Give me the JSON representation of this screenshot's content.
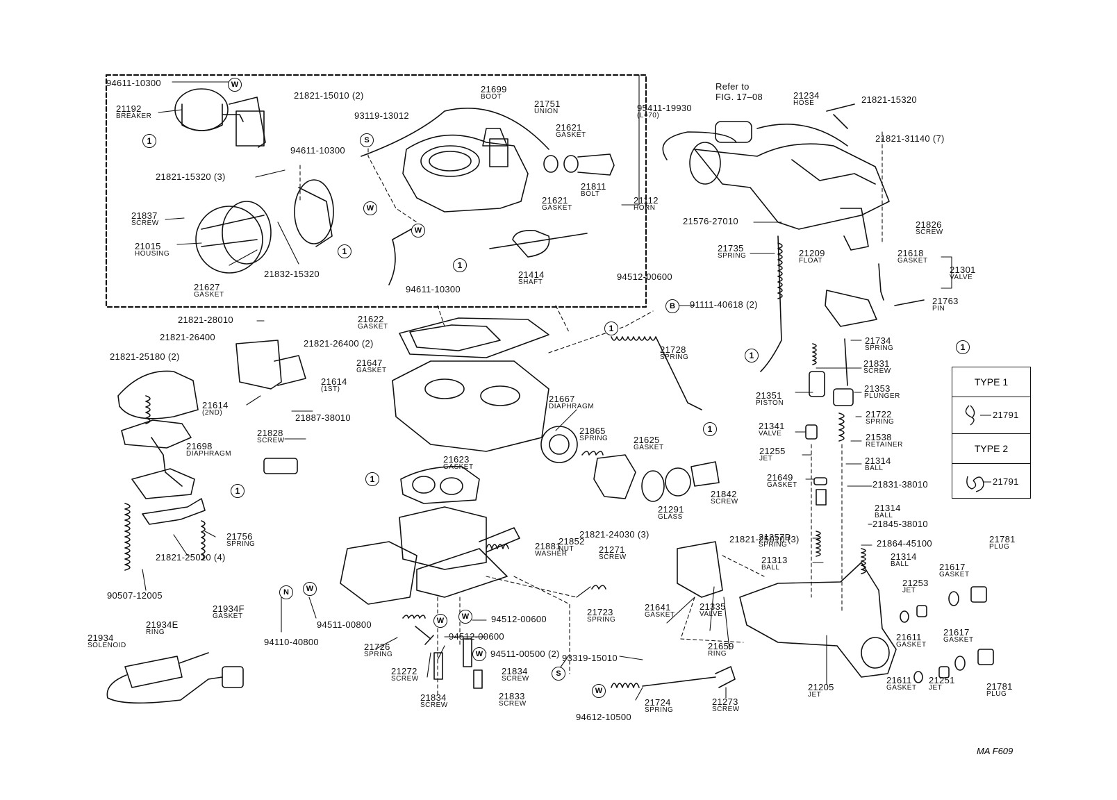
{
  "diagram": {
    "code": "MA F609",
    "refer": [
      "Refer to",
      "FIG. 17–08"
    ],
    "legend": {
      "marker": "1",
      "type1": "TYPE 1",
      "type2": "TYPE 2",
      "type1_part": "21791",
      "type2_part": "21791"
    },
    "labels": [
      {
        "n": "94611-10300",
        "s": ""
      },
      {
        "n": "21192",
        "s": "BREAKER"
      },
      {
        "n": "21821-15010 (2)",
        "s": ""
      },
      {
        "n": "21699",
        "s": "BOOT"
      },
      {
        "n": "21751",
        "s": "UNION"
      },
      {
        "n": "93119-13012",
        "s": ""
      },
      {
        "n": "21621",
        "s": "GASKET"
      },
      {
        "n": "94611-10300",
        "s": ""
      },
      {
        "n": "21821-15320 (3)",
        "s": ""
      },
      {
        "n": "21621",
        "s": "GASKET"
      },
      {
        "n": "21811",
        "s": "BOLT"
      },
      {
        "n": "21112",
        "s": "HORN"
      },
      {
        "n": "21837",
        "s": "SCREW"
      },
      {
        "n": "21015",
        "s": "HOUSING"
      },
      {
        "n": "21832-15320",
        "s": ""
      },
      {
        "n": "21627",
        "s": "GASKET"
      },
      {
        "n": "94611-10300",
        "s": ""
      },
      {
        "n": "21414",
        "s": "SHAFT"
      },
      {
        "n": "95411-19930",
        "s": "(L=70)"
      },
      {
        "n": "21234",
        "s": "HOSE"
      },
      {
        "n": "21821-15320",
        "s": ""
      },
      {
        "n": "21821-31140 (7)",
        "s": ""
      },
      {
        "n": "21576-27010",
        "s": ""
      },
      {
        "n": "21826",
        "s": "SCREW"
      },
      {
        "n": "21735",
        "s": "SPRING"
      },
      {
        "n": "21209",
        "s": "FLOAT"
      },
      {
        "n": "21618",
        "s": "GASKET"
      },
      {
        "n": "21301",
        "s": "VALVE"
      },
      {
        "n": "21763",
        "s": "PIN"
      },
      {
        "n": "94512-00600",
        "s": ""
      },
      {
        "n": "91111-40618 (2)",
        "s": ""
      },
      {
        "n": "21821-28010",
        "s": ""
      },
      {
        "n": "21821-26400",
        "s": ""
      },
      {
        "n": "21821-26400 (2)",
        "s": ""
      },
      {
        "n": "21622",
        "s": "GASKET"
      },
      {
        "n": "21728",
        "s": "SPRING"
      },
      {
        "n": "21821-25180 (2)",
        "s": ""
      },
      {
        "n": "21647",
        "s": "GASKET"
      },
      {
        "n": "21614",
        "s": "(1ST)"
      },
      {
        "n": "21614",
        "s": "(2ND)"
      },
      {
        "n": "21887-38010",
        "s": ""
      },
      {
        "n": "21667",
        "s": "DIAPHRAGM"
      },
      {
        "n": "21828",
        "s": "SCREW"
      },
      {
        "n": "21865",
        "s": "SPRING"
      },
      {
        "n": "21625",
        "s": "GASKET"
      },
      {
        "n": "21698",
        "s": "DIAPHRAGM"
      },
      {
        "n": "21623",
        "s": "GASKET"
      },
      {
        "n": "21842",
        "s": "SCREW"
      },
      {
        "n": "21291",
        "s": "GLASS"
      },
      {
        "n": "21821-24030 (3)",
        "s": ""
      },
      {
        "n": "21821-25010 (3)",
        "s": ""
      },
      {
        "n": "21852",
        "s": "NUT"
      },
      {
        "n": "21881",
        "s": "WASHER"
      },
      {
        "n": "21271",
        "s": "SCREW"
      },
      {
        "n": "21756",
        "s": "SPRING"
      },
      {
        "n": "21821-25010 (4)",
        "s": ""
      },
      {
        "n": "90507-12005",
        "s": ""
      },
      {
        "n": "21934F",
        "s": "GASKET"
      },
      {
        "n": "21934E",
        "s": "RING"
      },
      {
        "n": "21934",
        "s": "SOLENOID"
      },
      {
        "n": "94511-00800",
        "s": ""
      },
      {
        "n": "94110-40800",
        "s": ""
      },
      {
        "n": "21723",
        "s": "SPRING"
      },
      {
        "n": "94512-00600",
        "s": ""
      },
      {
        "n": "94512-00600",
        "s": ""
      },
      {
        "n": "94511-00500 (2)",
        "s": ""
      },
      {
        "n": "93319-15010",
        "s": ""
      },
      {
        "n": "21726",
        "s": "SPRING"
      },
      {
        "n": "21272",
        "s": "SCREW"
      },
      {
        "n": "21834",
        "s": "SCREW"
      },
      {
        "n": "21834",
        "s": "SCREW"
      },
      {
        "n": "21833",
        "s": "SCREW"
      },
      {
        "n": "94612-10500",
        "s": ""
      },
      {
        "n": "21724",
        "s": "SPRING"
      },
      {
        "n": "21273",
        "s": "SCREW"
      },
      {
        "n": "21641",
        "s": "GASKET"
      },
      {
        "n": "21335",
        "s": "VALVE"
      },
      {
        "n": "21659",
        "s": "RING"
      },
      {
        "n": "21205",
        "s": "JET"
      },
      {
        "n": "21734",
        "s": "SPRING"
      },
      {
        "n": "21831",
        "s": "SCREW"
      },
      {
        "n": "21351",
        "s": "PISTON"
      },
      {
        "n": "21353",
        "s": "PLUNGER"
      },
      {
        "n": "21722",
        "s": "SPRING"
      },
      {
        "n": "21341",
        "s": "VALVE"
      },
      {
        "n": "21538",
        "s": "RETAINER"
      },
      {
        "n": "21255",
        "s": "JET"
      },
      {
        "n": "21314",
        "s": "BALL"
      },
      {
        "n": "21649",
        "s": "GASKET"
      },
      {
        "n": "21831-38010",
        "s": ""
      },
      {
        "n": "21314",
        "s": "BALL"
      },
      {
        "n": "21845-38010",
        "s": ""
      },
      {
        "n": "21257B",
        "s": "SPRING"
      },
      {
        "n": "21864-45100",
        "s": ""
      },
      {
        "n": "21313",
        "s": "BALL"
      },
      {
        "n": "21314",
        "s": "BALL"
      },
      {
        "n": "21781",
        "s": "PLUG"
      },
      {
        "n": "21617",
        "s": "GASKET"
      },
      {
        "n": "21253",
        "s": "JET"
      },
      {
        "n": "21611",
        "s": "GASKET"
      },
      {
        "n": "21617",
        "s": "GASKET"
      },
      {
        "n": "21781",
        "s": "PLUG"
      },
      {
        "n": "21611",
        "s": "GASKET"
      },
      {
        "n": "21251",
        "s": "JET"
      }
    ],
    "markers": [
      "1",
      "1",
      "1",
      "1",
      "1",
      "1",
      "1",
      "1"
    ],
    "symbols": [
      "W",
      "S",
      "W",
      "W",
      "B",
      "N",
      "W",
      "W",
      "W",
      "W",
      "S",
      "W"
    ]
  }
}
